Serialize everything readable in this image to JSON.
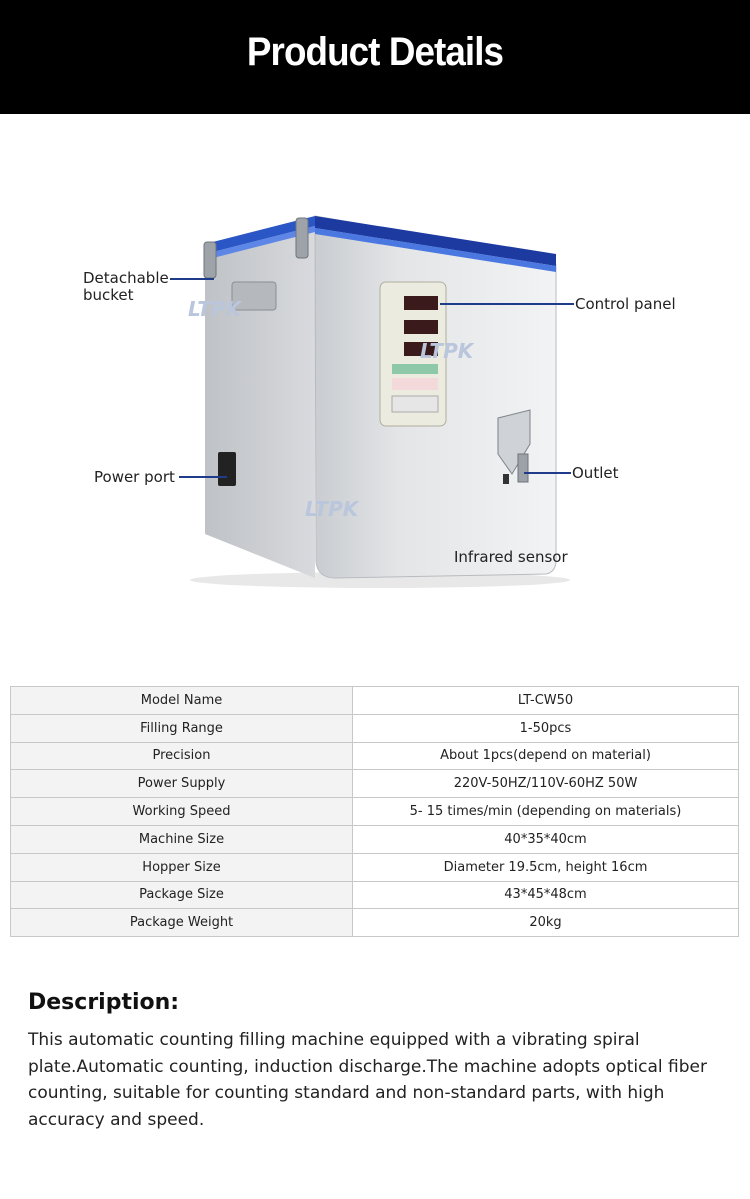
{
  "header": {
    "title": "Product Details"
  },
  "product_image": {
    "watermark": "LTPK",
    "callouts": {
      "detachable_bucket": "Detachable\nbucket",
      "control_panel": "Control panel",
      "power_port": "Power port",
      "outlet": "Outlet",
      "infrared_sensor": "Infrared sensor"
    },
    "colors": {
      "leader_line": "#1f3c8a",
      "body": "#d9dbde",
      "stripe": "#2f5fd0"
    }
  },
  "specs": {
    "rows": [
      {
        "label": "Model Name",
        "value": "LT-CW50"
      },
      {
        "label": "Filling Range",
        "value": "1-50pcs"
      },
      {
        "label": "Precision",
        "value": "About 1pcs(depend on material)"
      },
      {
        "label": "Power Supply",
        "value": "220V-50HZ/110V-60HZ 50W"
      },
      {
        "label": "Working Speed",
        "value": "5- 15 times/min (depending on materials)"
      },
      {
        "label": "Machine Size",
        "value": "40*35*40cm"
      },
      {
        "label": "Hopper Size",
        "value": "Diameter 19.5cm, height 16cm"
      },
      {
        "label": "Package Size",
        "value": "43*45*48cm"
      },
      {
        "label": "Package Weight",
        "value": "20kg"
      }
    ]
  },
  "description": {
    "title": "Description:",
    "text": "This automatic counting filling machine equipped with a vibrating spiral plate.Automatic counting, induction discharge.The machine adopts optical fiber counting, suitable for counting standard and non-standard parts, with high accuracy and speed."
  }
}
